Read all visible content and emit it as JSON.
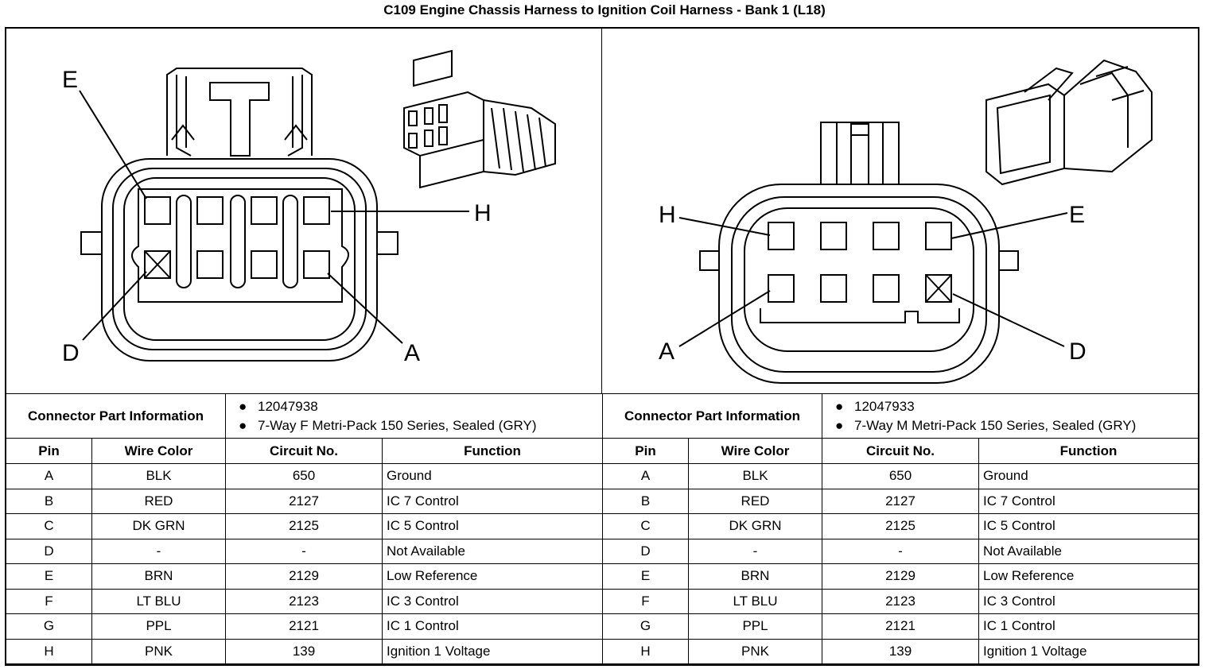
{
  "title": "C109 Engine Chassis Harness to Ignition Coil Harness - Bank 1 (L18)",
  "left": {
    "pin_callouts": {
      "E": "E",
      "H": "H",
      "D": "D",
      "A": "A"
    },
    "cpi_label": "Connector Part Information",
    "part_lines": [
      "12047938",
      "7-Way F Metri-Pack 150 Series, Sealed (GRY)"
    ]
  },
  "right": {
    "pin_callouts": {
      "H": "H",
      "E": "E",
      "A": "A",
      "D": "D"
    },
    "cpi_label": "Connector Part Information",
    "part_lines": [
      "12047933",
      "7-Way M Metri-Pack 150 Series, Sealed (GRY)"
    ]
  },
  "headers": [
    "Pin",
    "Wire Color",
    "Circuit No.",
    "Function"
  ],
  "rows": [
    [
      "A",
      "BLK",
      "650",
      "Ground"
    ],
    [
      "B",
      "RED",
      "2127",
      "IC 7 Control"
    ],
    [
      "C",
      "DK GRN",
      "2125",
      "IC 5 Control"
    ],
    [
      "D",
      "-",
      "-",
      "Not Available"
    ],
    [
      "E",
      "BRN",
      "2129",
      "Low Reference"
    ],
    [
      "F",
      "LT BLU",
      "2123",
      "IC 3 Control"
    ],
    [
      "G",
      "PPL",
      "2121",
      "IC 1 Control"
    ],
    [
      "H",
      "PNK",
      "139",
      "Ignition 1 Voltage"
    ]
  ],
  "bullet": "●"
}
